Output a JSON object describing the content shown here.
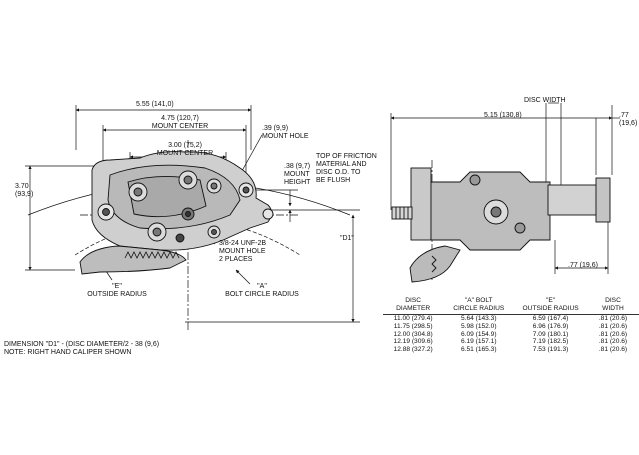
{
  "left_view": {
    "dim_overall_width": "5.55 (141,0)",
    "dim_mount_center_outer": "4.75 (120,7)",
    "mount_center_label_outer": "MOUNT CENTER",
    "dim_mount_center_inner": "3.00 (75,2)",
    "mount_center_label_inner": "MOUNT CENTER",
    "dim_mount_hole": ".39 (9,9)",
    "mount_hole_label": "MOUNT HOLE",
    "dim_mount_height": ".38 (9,7)",
    "mount_label": "MOUNT",
    "height_label": "HEIGHT",
    "friction_line1": "TOP OF FRICTION",
    "friction_line2": "MATERIAL AND",
    "friction_line3": "DISC O.D. TO",
    "friction_line4": "BE FLUSH",
    "dim_height_in": "3.70",
    "dim_height_mm": "(93,9)",
    "thread_line1": "3/8-24 UNF-2B",
    "thread_line2": "MOUNT HOLE",
    "thread_line3": "2 PLACES",
    "d1_label": "\"D1\"",
    "e_label": "\"E\"",
    "e_desc": "OUTSIDE RADIUS",
    "a_label": "\"A\"",
    "a_desc": "BOLT CIRCLE RADIUS"
  },
  "right_view": {
    "disc_width_label": "DISC WIDTH",
    "dim_width": "5.15 (130,8)",
    "dim_offset_in": ".77",
    "dim_offset_mm": "(19,6)",
    "dim_bottom": ".77 (19,6)"
  },
  "notes": {
    "line1": "DIMENSION \"D1\" - (DISC DIAMETER/2 - 38 (9,6)",
    "line2": "NOTE: RIGHT HAND CALIPER SHOWN"
  },
  "table": {
    "headers": [
      [
        "DISC",
        "DIAMETER"
      ],
      [
        "\"A\" BOLT",
        "CIRCLE RADIUS"
      ],
      [
        "\"E\"",
        "OUTSIDE RADIUS"
      ],
      [
        "DISC",
        "WIDTH"
      ]
    ],
    "rows": [
      [
        "11.00  (279.4)",
        "5.64  (143.3)",
        "6.59  (167.4)",
        ".81  (20.6)"
      ],
      [
        "11.75  (298.5)",
        "5.98  (152.0)",
        "6.96  (176.9)",
        ".81  (20.6)"
      ],
      [
        "12.00  (304.8)",
        "6.09  (154.9)",
        "7.09  (180.1)",
        ".81  (20.6)"
      ],
      [
        "12.19  (309.6)",
        "6.19  (157.1)",
        "7.19  (182.5)",
        ".81  (20.6)"
      ],
      [
        "12.88  (327.2)",
        "6.51  (165.3)",
        "7.53  (191.3)",
        ".81  (20.6)"
      ]
    ]
  }
}
